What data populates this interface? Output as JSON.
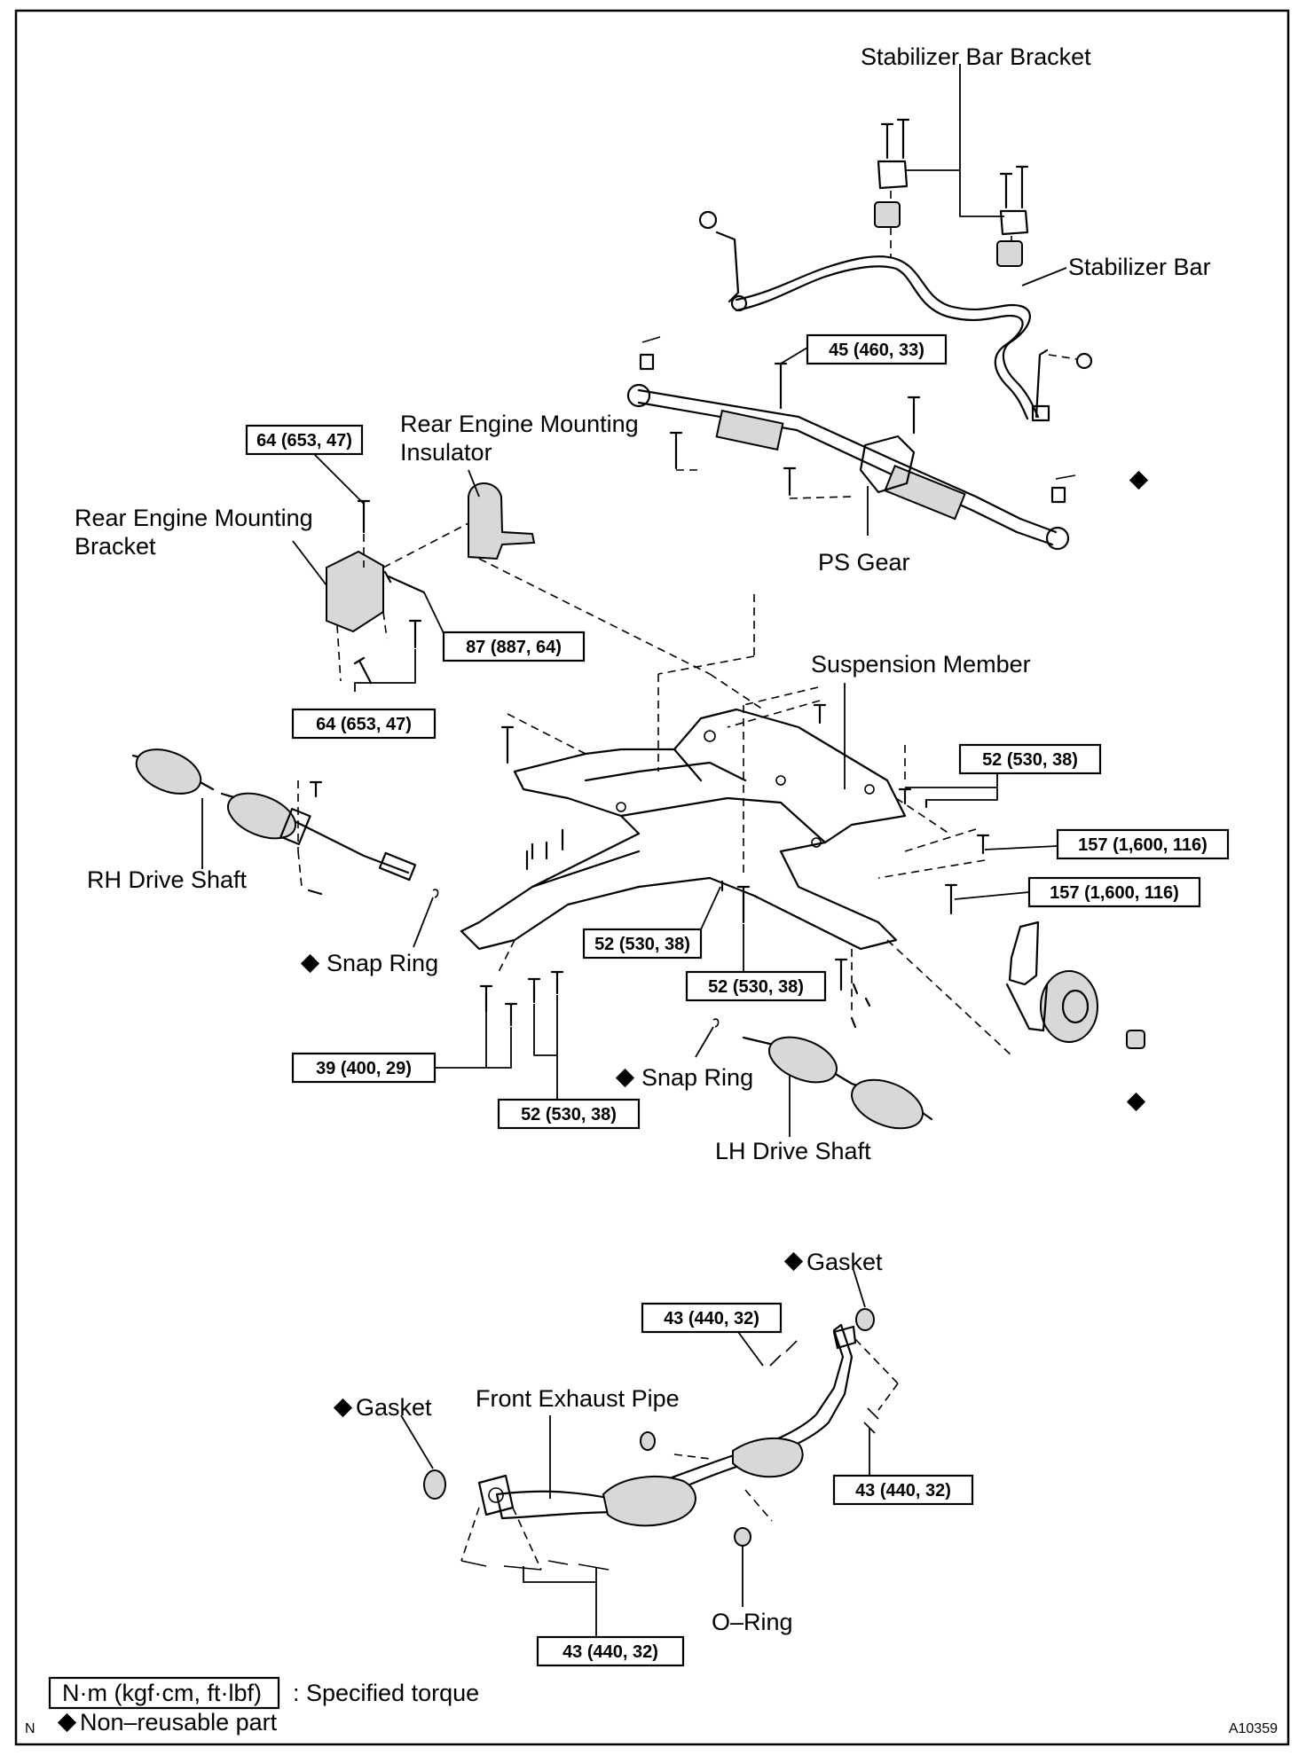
{
  "labels": {
    "stabilizer_bar_bracket": "Stabilizer Bar Bracket",
    "stabilizer_bar": "Stabilizer Bar",
    "rear_engine_mounting_insulator_l1": "Rear Engine Mounting",
    "rear_engine_mounting_insulator_l2": "Insulator",
    "rear_engine_mounting_bracket_l1": "Rear Engine Mounting",
    "rear_engine_mounting_bracket_l2": "Bracket",
    "ps_gear": "PS Gear",
    "suspension_member": "Suspension Member",
    "rh_drive_shaft": "RH Drive Shaft",
    "lh_drive_shaft": "LH Drive Shaft",
    "snap_ring_rh": "Snap Ring",
    "snap_ring_lh": "Snap Ring",
    "gasket_top": "Gasket",
    "gasket_left": "Gasket",
    "front_exhaust_pipe": "Front Exhaust Pipe",
    "o_ring": "O–Ring"
  },
  "torques": {
    "t_45": "45 (460, 33)",
    "t_64_upper": "64 (653, 47)",
    "t_87": "87 (887, 64)",
    "t_64_lower": "64 (653, 47)",
    "t_52_right": "52 (530, 38)",
    "t_157_upper": "157 (1,600, 116)",
    "t_157_lower": "157 (1,600, 116)",
    "t_52_mid_a": "52 (530, 38)",
    "t_52_mid_b": "52 (530, 38)",
    "t_39": "39 (400, 29)",
    "t_52_bottom": "52 (530, 38)",
    "t_43_top": "43 (440, 32)",
    "t_43_right": "43 (440, 32)",
    "t_43_bottom": "43 (440, 32)"
  },
  "legend": {
    "torque_unit": "N·m (kgf·cm, ft·lbf)",
    "torque_desc": ": Specified torque",
    "non_reusable": "Non–reusable part"
  },
  "corner": {
    "left_mark": "N",
    "figure_id": "A10359"
  }
}
